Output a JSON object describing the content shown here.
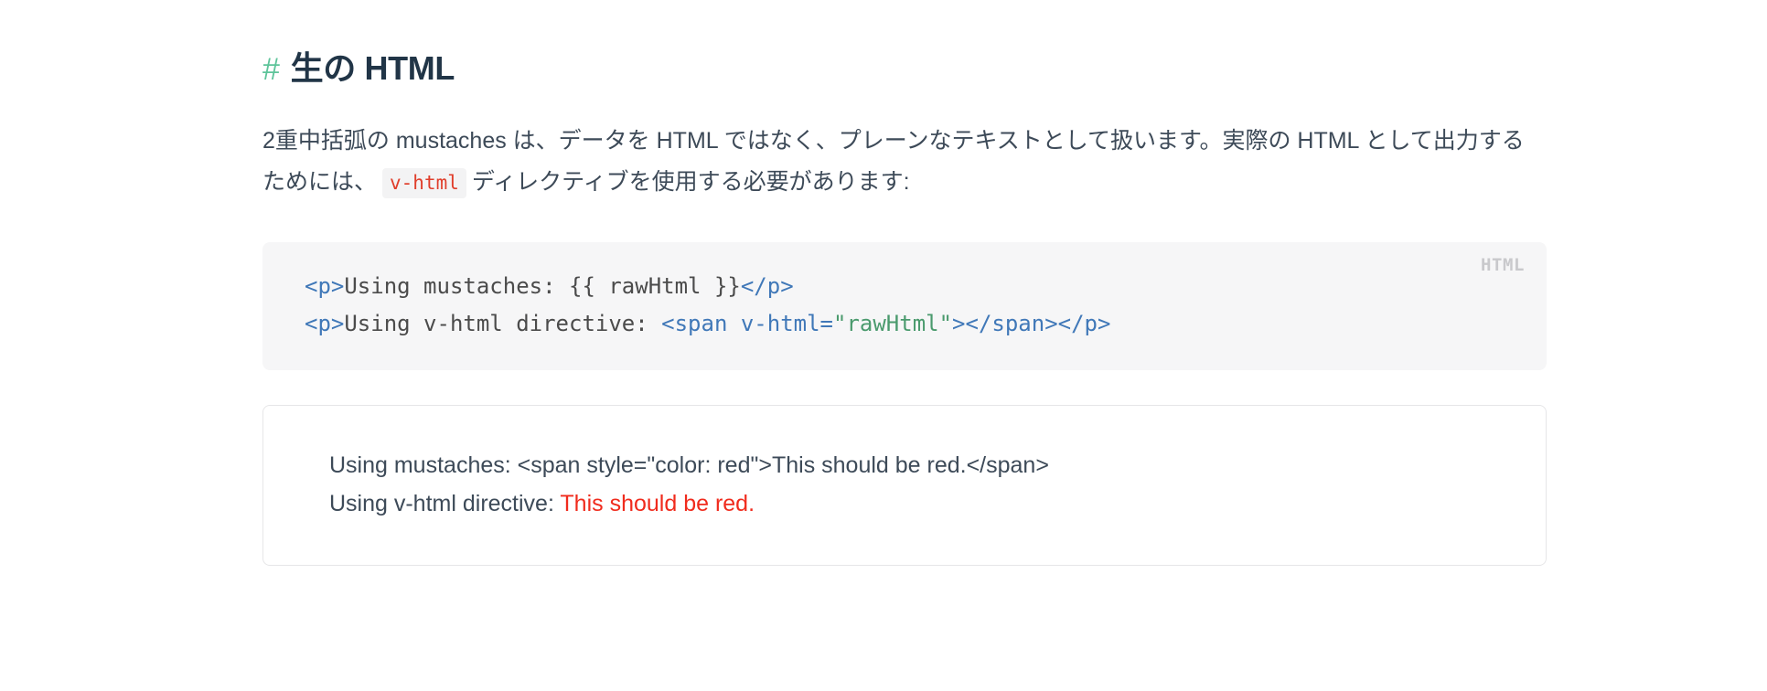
{
  "heading": {
    "anchor": "#",
    "title": "生の HTML"
  },
  "paragraph": {
    "part1": "2重中括弧の mustaches は、データを HTML ではなく、プレーンなテキストとして扱います。実際の HTML として出力するためには、",
    "code": "v-html",
    "part2": "ディレクティブを使用する必要があります:"
  },
  "code_block": {
    "language": "HTML",
    "lines": [
      {
        "tokens": [
          {
            "text": "<p>",
            "type": "tag"
          },
          {
            "text": "Using mustaches: {{ rawHtml }}",
            "type": "plain"
          },
          {
            "text": "</p>",
            "type": "tag"
          }
        ]
      },
      {
        "tokens": [
          {
            "text": "<p>",
            "type": "tag"
          },
          {
            "text": "Using v-html directive: ",
            "type": "plain"
          },
          {
            "text": "<span ",
            "type": "tag"
          },
          {
            "text": "v-html=",
            "type": "attr"
          },
          {
            "text": "\"rawHtml\"",
            "type": "string"
          },
          {
            "text": ">",
            "type": "tag"
          },
          {
            "text": "</span>",
            "type": "tag"
          },
          {
            "text": "</p>",
            "type": "tag"
          }
        ]
      }
    ]
  },
  "demo": {
    "line1": "Using mustaches: <span style=\"color: red\">This should be red.</span>",
    "line2_label": "Using v-html directive: ",
    "line2_rendered": "This should be red."
  },
  "colors": {
    "anchor_green": "#5ec49a",
    "heading_slate": "#213547",
    "inline_code_red": "#e03e2b",
    "tag_blue": "#4078b8",
    "string_green": "#4a9a6d",
    "rendered_red": "#f02b1d",
    "code_bg": "#f6f6f7"
  }
}
